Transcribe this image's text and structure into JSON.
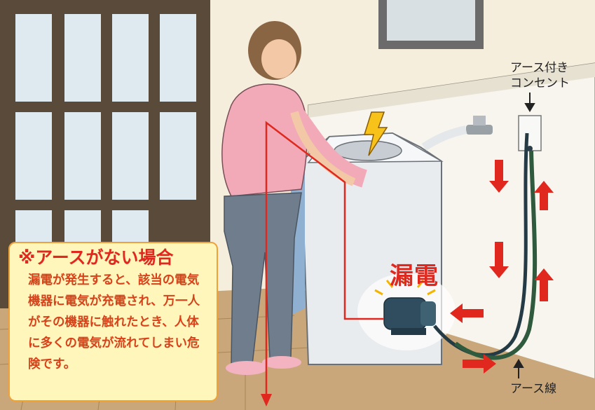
{
  "labels": {
    "outlet_line1": "アース付き",
    "outlet_line2": "コンセント",
    "leak": "漏電",
    "ground_wire": "アース線"
  },
  "note": {
    "title": "※アースがない場合",
    "body": "漏電が発生すると、該当の電気機器に電気が充電され、万一人がその機器に触れたとき、人体に多くの電気が流れてしまい危険です。"
  },
  "colors": {
    "arrow_red": "#e0281e",
    "note_background": "#fff6bb",
    "note_border": "#f0a23a",
    "wall": "#f5eedc",
    "floor": "#c9a77a"
  }
}
